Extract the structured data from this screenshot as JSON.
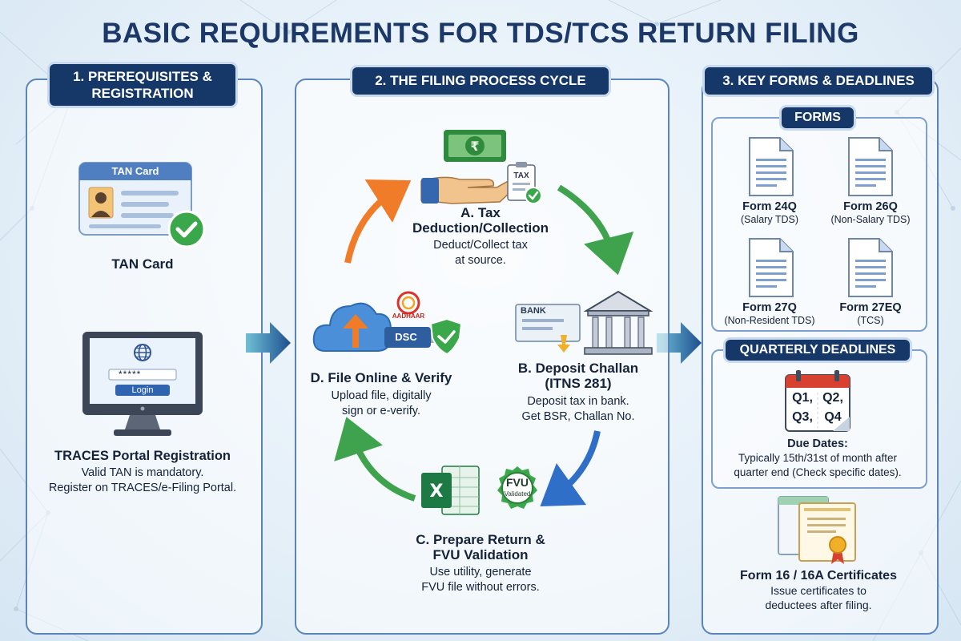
{
  "title": "BASIC REQUIREMENTS FOR TDS/TCS RETURN FILING",
  "section1": {
    "heading_line1": "1. PREREQUISITES &",
    "heading_line2": "REGISTRATION",
    "tan_card_header": "TAN Card",
    "tan_card_label": "TAN Card",
    "login_password": "*****",
    "login_button": "Login",
    "traces_title": "TRACES Portal Registration",
    "traces_desc1": "Valid TAN is mandatory.",
    "traces_desc2": "Register on TRACES/e-Filing Portal."
  },
  "section2": {
    "heading": "2. THE FILING PROCESS CYCLE",
    "tax_doc_label": "TAX",
    "bank_label": "BANK",
    "aadhaar_label": "AADHAAR",
    "dsc_label": "DSC",
    "fvu_label": "FVU",
    "fvu_sub": "Validated",
    "step_a_line1": "A. Tax",
    "step_a_line2": "Deduction/Collection",
    "step_a_desc1": "Deduct/Collect tax",
    "step_a_desc2": "at source.",
    "step_b_line1": "B. Deposit Challan",
    "step_b_line2": "(ITNS 281)",
    "step_b_desc1": "Deposit tax in bank.",
    "step_b_desc2": "Get BSR, Challan No.",
    "step_c_line1": "C. Prepare Return &",
    "step_c_line2": "FVU Validation",
    "step_c_desc1": "Use utility, generate",
    "step_c_desc2": "FVU file without errors.",
    "step_d_line1": "D. File Online & Verify",
    "step_d_desc1": "Upload file, digitally",
    "step_d_desc2": "sign or e-verify."
  },
  "section3": {
    "heading": "3. KEY FORMS & DEADLINES",
    "forms_heading": "FORMS",
    "forms": [
      {
        "name": "Form 24Q",
        "desc": "(Salary TDS)"
      },
      {
        "name": "Form 26Q",
        "desc": "(Non-Salary TDS)"
      },
      {
        "name": "Form 27Q",
        "desc": "(Non-Resident TDS)"
      },
      {
        "name": "Form 27EQ",
        "desc": "(TCS)"
      }
    ],
    "deadlines_heading": "QUARTERLY DEADLINES",
    "quarters": [
      "Q1,",
      "Q2,",
      "Q3,",
      "Q4"
    ],
    "due_title": "Due Dates:",
    "due_desc1": "Typically 15th/31st of month after",
    "due_desc2": "quarter end (Check specific dates).",
    "cert_title": "Form 16 / 16A Certificates",
    "cert_desc1": "Issue certificates to",
    "cert_desc2": "deductees after filing."
  },
  "colors": {
    "navy": "#163869",
    "panel_border": "#5b84bd",
    "arrow_orange": "#f07c2a",
    "arrow_green": "#3fa34d",
    "arrow_blue": "#2f6fc8",
    "check_green": "#3aa84a",
    "excel_green": "#1e7a45"
  }
}
